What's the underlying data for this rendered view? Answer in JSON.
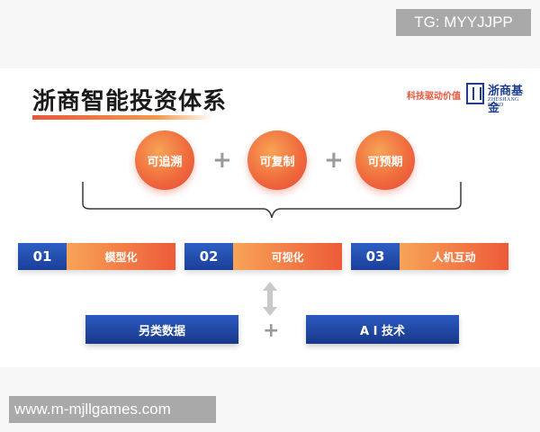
{
  "watermarks": {
    "tg": "TG: MYYJJPP",
    "url": "www.m-mjllgames.com"
  },
  "slide": {
    "title": "浙商智能投资体系",
    "slogan": "科技驱动价值",
    "logo": {
      "cn": "浙商基金",
      "en": "ZHESHANG FUND"
    },
    "circles": [
      "可追溯",
      "可复制",
      "可预期"
    ],
    "steps": [
      {
        "num": "01",
        "label": "模型化"
      },
      {
        "num": "02",
        "label": "可视化"
      },
      {
        "num": "03",
        "label": "人机互动"
      }
    ],
    "foundations": [
      "另类数据",
      "A I 技术"
    ],
    "plus": "+"
  },
  "colors": {
    "accent_orange": "#ee5a39",
    "accent_blue": "#1a3f9a",
    "plus_gray": "#9a9a9a"
  }
}
